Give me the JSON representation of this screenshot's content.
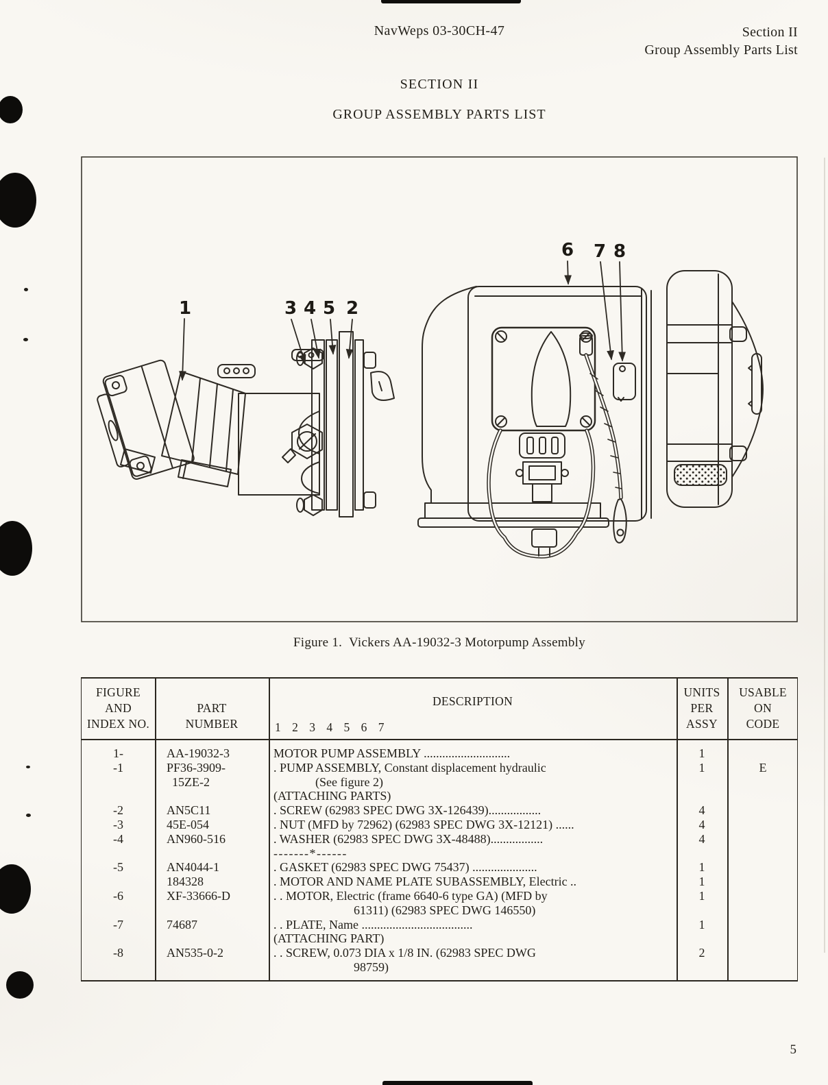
{
  "page": {
    "doc_ref": "NavWeps 03-30CH-47",
    "header_right_line1": "Section II",
    "header_right_line2": "Group Assembly Parts List",
    "section_title": "SECTION II",
    "section_subtitle": "GROUP ASSEMBLY PARTS LIST",
    "page_number": "5"
  },
  "figure": {
    "caption": "Figure 1.  Vickers AA-19032-3 Motorpump Assembly",
    "callouts": [
      "1",
      "3",
      "4",
      "5",
      "2",
      "6",
      "7",
      "8"
    ]
  },
  "table": {
    "col_headers": {
      "figure_index": [
        "FIGURE",
        "AND",
        "INDEX NO."
      ],
      "part_number": [
        "PART",
        "NUMBER"
      ],
      "description": "DESCRIPTION",
      "description_levels": "1 2 3 4 5 6 7",
      "units_per_assy": [
        "UNITS",
        "PER",
        "ASSY"
      ],
      "usable_on_code": [
        "USABLE",
        "ON",
        "CODE"
      ]
    },
    "lines": [
      {
        "idx": "1-",
        "part": "AA-19032-3",
        "desc": "MOTOR PUMP ASSEMBLY ............................",
        "units": "1",
        "code": ""
      },
      {
        "idx": "-1",
        "part": "PF36-3909-",
        "desc": ". PUMP ASSEMBLY, Constant displacement hydraulic",
        "units": "1",
        "code": "E"
      },
      {
        "idx": "",
        "part": "15ZE-2",
        "desc": "(See figure 2)",
        "units": "",
        "code": ""
      },
      {
        "idx": "",
        "part": "",
        "desc": "(ATTACHING PARTS)",
        "units": "",
        "code": ""
      },
      {
        "idx": "-2",
        "part": "AN5C11",
        "desc": ". SCREW (62983 SPEC DWG 3X-126439).................",
        "units": "4",
        "code": ""
      },
      {
        "idx": "-3",
        "part": "45E-054",
        "desc": ". NUT (MFD by 72962) (62983 SPEC DWG 3X-12121) ......",
        "units": "4",
        "code": ""
      },
      {
        "idx": "-4",
        "part": "AN960-516",
        "desc": ". WASHER (62983 SPEC DWG 3X-48488).................",
        "units": "4",
        "code": ""
      },
      {
        "idx": "",
        "part": "",
        "desc": "-------*------",
        "units": "",
        "code": ""
      },
      {
        "idx": "-5",
        "part": "AN4044-1",
        "desc": ". GASKET (62983 SPEC DWG 75437) .....................",
        "units": "1",
        "code": ""
      },
      {
        "idx": "",
        "part": "184328",
        "desc": ". MOTOR AND NAME PLATE SUBASSEMBLY, Electric ..",
        "units": "1",
        "code": ""
      },
      {
        "idx": "-6",
        "part": "XF-33666-D",
        "desc": ". . MOTOR, Electric (frame 6640-6 type GA) (MFD by",
        "units": "1",
        "code": ""
      },
      {
        "idx": "",
        "part": "",
        "desc": "61311) (62983 SPEC DWG 146550)",
        "units": "",
        "code": ""
      },
      {
        "idx": "-7",
        "part": "74687",
        "desc": ". . PLATE, Name ....................................",
        "units": "1",
        "code": ""
      },
      {
        "idx": "",
        "part": "",
        "desc": "(ATTACHING PART)",
        "units": "",
        "code": ""
      },
      {
        "idx": "-8",
        "part": "AN535-0-2",
        "desc": ". . SCREW, 0.073 DIA x 1/8 IN. (62983 SPEC DWG",
        "units": "2",
        "code": ""
      },
      {
        "idx": "",
        "part": "",
        "desc": "98759)",
        "units": "",
        "code": ""
      }
    ]
  }
}
